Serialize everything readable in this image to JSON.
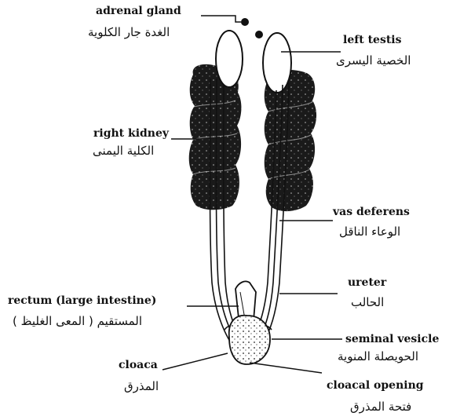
{
  "labels": {
    "adrenal_gland": {
      "en": "adrenal gland",
      "ar": "الغدة جار الكلوية"
    },
    "left_testis": {
      "en": "left testis",
      "ar": "الخصية اليسرى"
    },
    "right_kidney": {
      "en": "right kidney",
      "ar": "الكلية اليمنى"
    },
    "vas_deferens": {
      "en": "vas deferens",
      "ar": "الوعاء الناقل"
    },
    "ureter": {
      "en": "ureter",
      "ar": "الحالب"
    },
    "rectum": {
      "en": "rectum (large intestine)",
      "ar": "المستقيم ( المعى الغليظ )"
    },
    "seminal_vesicle": {
      "en": "seminal vesicle",
      "ar": "الحويصلة المنوية"
    },
    "cloaca": {
      "en": "cloaca",
      "ar": "المذرق"
    },
    "cloacal_opening": {
      "en": "cloacal opening",
      "ar": "فتحة المذرق"
    }
  },
  "colors": {
    "ink": "#111111",
    "kidney": "#1a1a1a",
    "paper": "#ffffff"
  }
}
